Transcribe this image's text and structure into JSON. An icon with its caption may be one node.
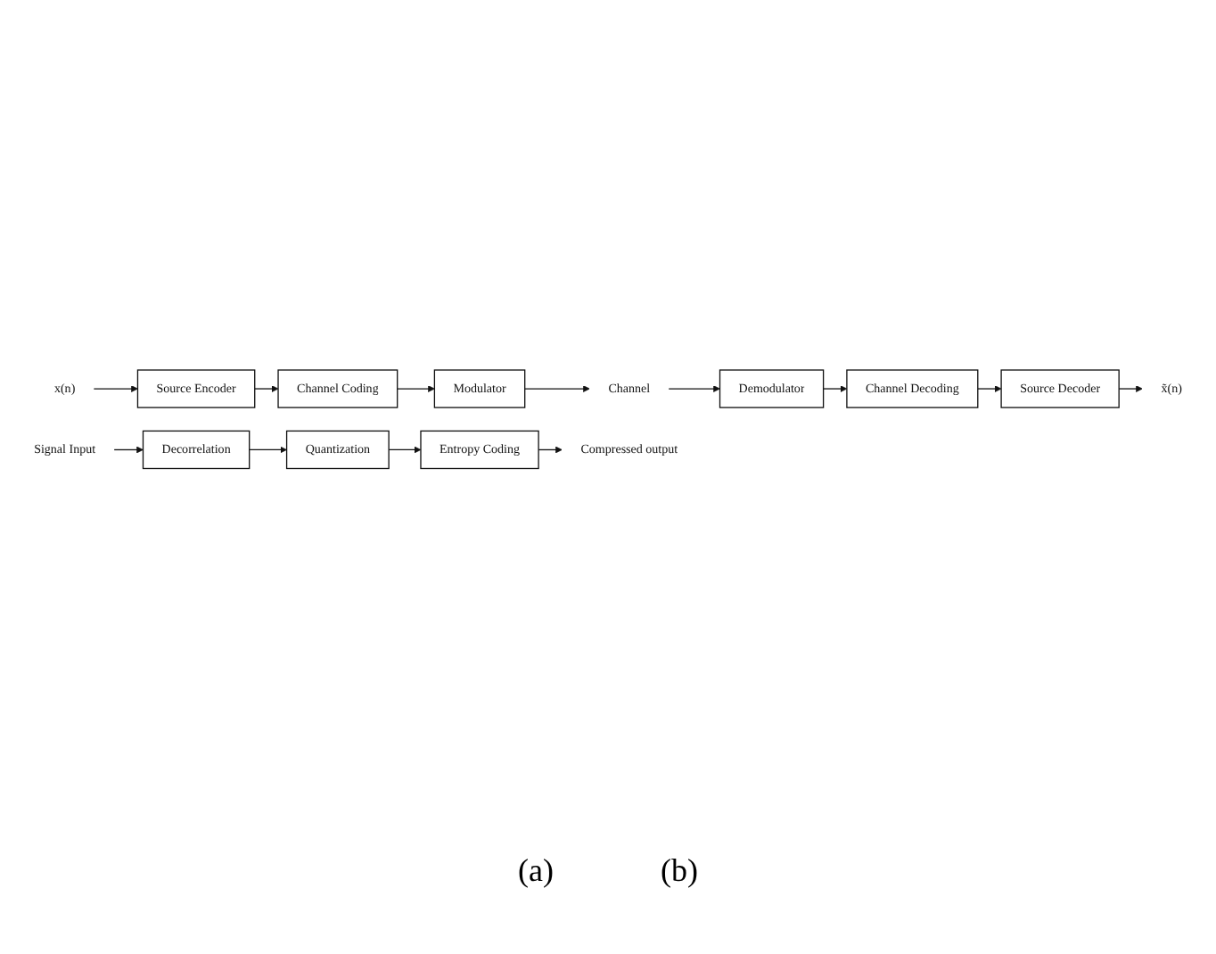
{
  "diagram": {
    "nodes": [
      {
        "text": [
          "x(n)"
        ]
      },
      {
        "text": [
          "Source Encoder"
        ]
      },
      {
        "text": [
          "Channel Coding"
        ]
      },
      {
        "text": [
          "Modulator"
        ]
      },
      {
        "text": [
          "Channel"
        ]
      },
      {
        "text": [
          "x̃(n)"
        ]
      },
      {
        "text": [
          "Source Decoder"
        ]
      },
      {
        "text": [
          "Channel Decoding"
        ]
      },
      {
        "text": [
          "Demodulator"
        ]
      },
      {
        "text": [
          "Signal Input"
        ]
      },
      {
        "text": [
          "Decorrelation"
        ]
      },
      {
        "text": [
          "Quantization"
        ]
      },
      {
        "text": [
          "Entropy Coding"
        ]
      },
      {
        "text": [
          "Compressed output"
        ]
      }
    ],
    "edges": [
      {
        "from": 0,
        "to": 1,
        "arrow": "to"
      },
      {
        "from": 1,
        "to": 2,
        "arrow": "to"
      },
      {
        "from": 2,
        "to": 3,
        "arrow": "to"
      },
      {
        "from": 3,
        "to": 4,
        "arrow": "to"
      },
      {
        "from": 4,
        "to": 8,
        "arrow": "to"
      },
      {
        "from": 8,
        "to": 7,
        "arrow": "to"
      },
      {
        "from": 7,
        "to": 6,
        "arrow": "to"
      },
      {
        "from": 6,
        "to": 5,
        "arrow": "to"
      },
      {
        "from": 9,
        "to": 10,
        "arrow": "to"
      },
      {
        "from": 10,
        "to": 11,
        "arrow": "to"
      },
      {
        "from": 11,
        "to": 12,
        "arrow": "to"
      },
      {
        "from": 12,
        "to": 13,
        "arrow": "to"
      }
    ],
    "labels": [
      "(a)",
      "(b)"
    ]
  }
}
